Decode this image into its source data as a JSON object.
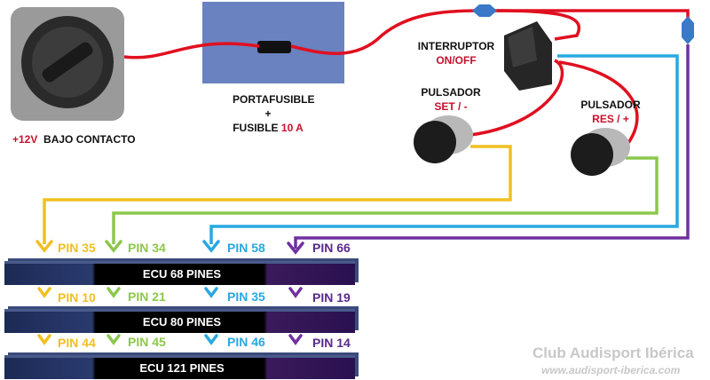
{
  "labels": {
    "source": {
      "voltage": "+12V",
      "text": "BAJO CONTACTO"
    },
    "fuse": {
      "line1": "PORTAFUSIBLE",
      "line2": "+",
      "line3": "FUSIBLE",
      "rating": "10 A"
    },
    "switch": {
      "title": "INTERRUPTOR",
      "state": "ON/OFF"
    },
    "set_button": {
      "title": "PULSADOR",
      "function": "SET / -"
    },
    "res_button": {
      "title": "PULSADOR",
      "function": "RES / +"
    }
  },
  "ecus": [
    {
      "name": "ECU 68 PINES",
      "pins": [
        "PIN 35",
        "PIN 34",
        "PIN 58",
        "PIN 66"
      ]
    },
    {
      "name": "ECU 80 PINES",
      "pins": [
        "PIN 10",
        "PIN 21",
        "PIN 35",
        "PIN 19"
      ]
    },
    {
      "name": "ECU 121 PINES",
      "pins": [
        "PIN 44",
        "PIN 45",
        "PIN 46",
        "PIN 14"
      ]
    }
  ],
  "wire_colors": {
    "power": "#e01020",
    "set": "#f0c020",
    "res": "#8cc84b",
    "switch": "#29a8e0",
    "fuse": "#7030a0"
  },
  "watermark": {
    "title": "Club Audisport Ibérica",
    "url": "www.audisport-iberica.com"
  }
}
